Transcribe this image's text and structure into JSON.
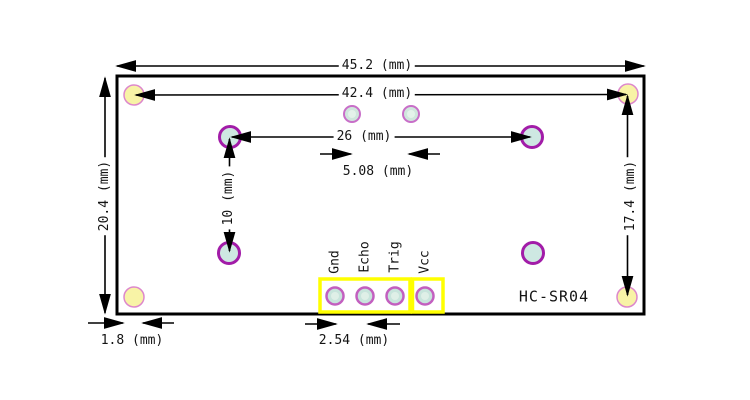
{
  "board": {
    "name_label": "HC-SR04",
    "pins": [
      {
        "label": "Gnd"
      },
      {
        "label": "Echo"
      },
      {
        "label": "Trig"
      },
      {
        "label": "Vcc"
      }
    ],
    "dimensions": {
      "overall_width": "45.2 (mm)",
      "corner_hole_span": "42.4 (mm)",
      "transducer_hole_span": "26 (mm)",
      "small_hole_pitch": "5.08 (mm)",
      "overall_height": "20.4 (mm)",
      "transducer_hole_vertical_span": "10 (mm)",
      "corner_hole_vertical_span": "17.4 (mm)",
      "corner_hole_edge_offset": "1.8 (mm)",
      "header_pin_pitch": "2.54 (mm)"
    },
    "colors": {
      "line": "#000000",
      "highlight_box": "#FFFF00",
      "corner_hole_fill": "#F8F3A6",
      "corner_hole_ring": "#DD88CC",
      "large_hole_fill": "#CEE8E2",
      "large_hole_ring": "#A21CA8",
      "small_hole_fill": "#CFE6DC",
      "small_hole_ring": "#C86EC8",
      "pin_hole_fill": "#C8E4DC",
      "pin_hole_ring": "#C35FBF"
    }
  }
}
